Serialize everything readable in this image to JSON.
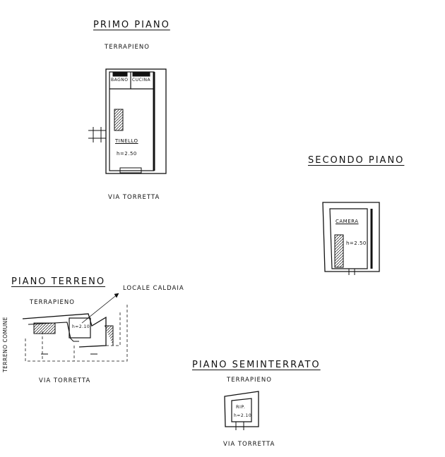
{
  "floors": {
    "primo": {
      "title": "PRIMO PIANO",
      "north": "TERRAPIENO",
      "south": "VIA TORRETTA",
      "rooms": {
        "bagno": "BAGNO",
        "cucina": "CUCINA",
        "tinello": "TINELLO"
      },
      "height": "h=2.50"
    },
    "secondo": {
      "title": "SECONDO PIANO",
      "rooms": {
        "camera": "CAMERA"
      },
      "height": "h=2.50"
    },
    "terreno": {
      "title": "PIANO TERRENO",
      "north": "TERRAPIENO",
      "south": "VIA TORRETTA",
      "west": "TERRENO COMUNE",
      "callout": "LOCALE CALDAIA",
      "height": "h=2.10"
    },
    "seminterrato": {
      "title": "PIANO SEMINTERRATO",
      "north": "TERRAPIENO",
      "south": "VIA TORRETTA",
      "rooms": {
        "rip": "RIP."
      },
      "height": "h=2.10"
    }
  },
  "colors": {
    "ink": "#111111",
    "paper": "#ffffff"
  }
}
